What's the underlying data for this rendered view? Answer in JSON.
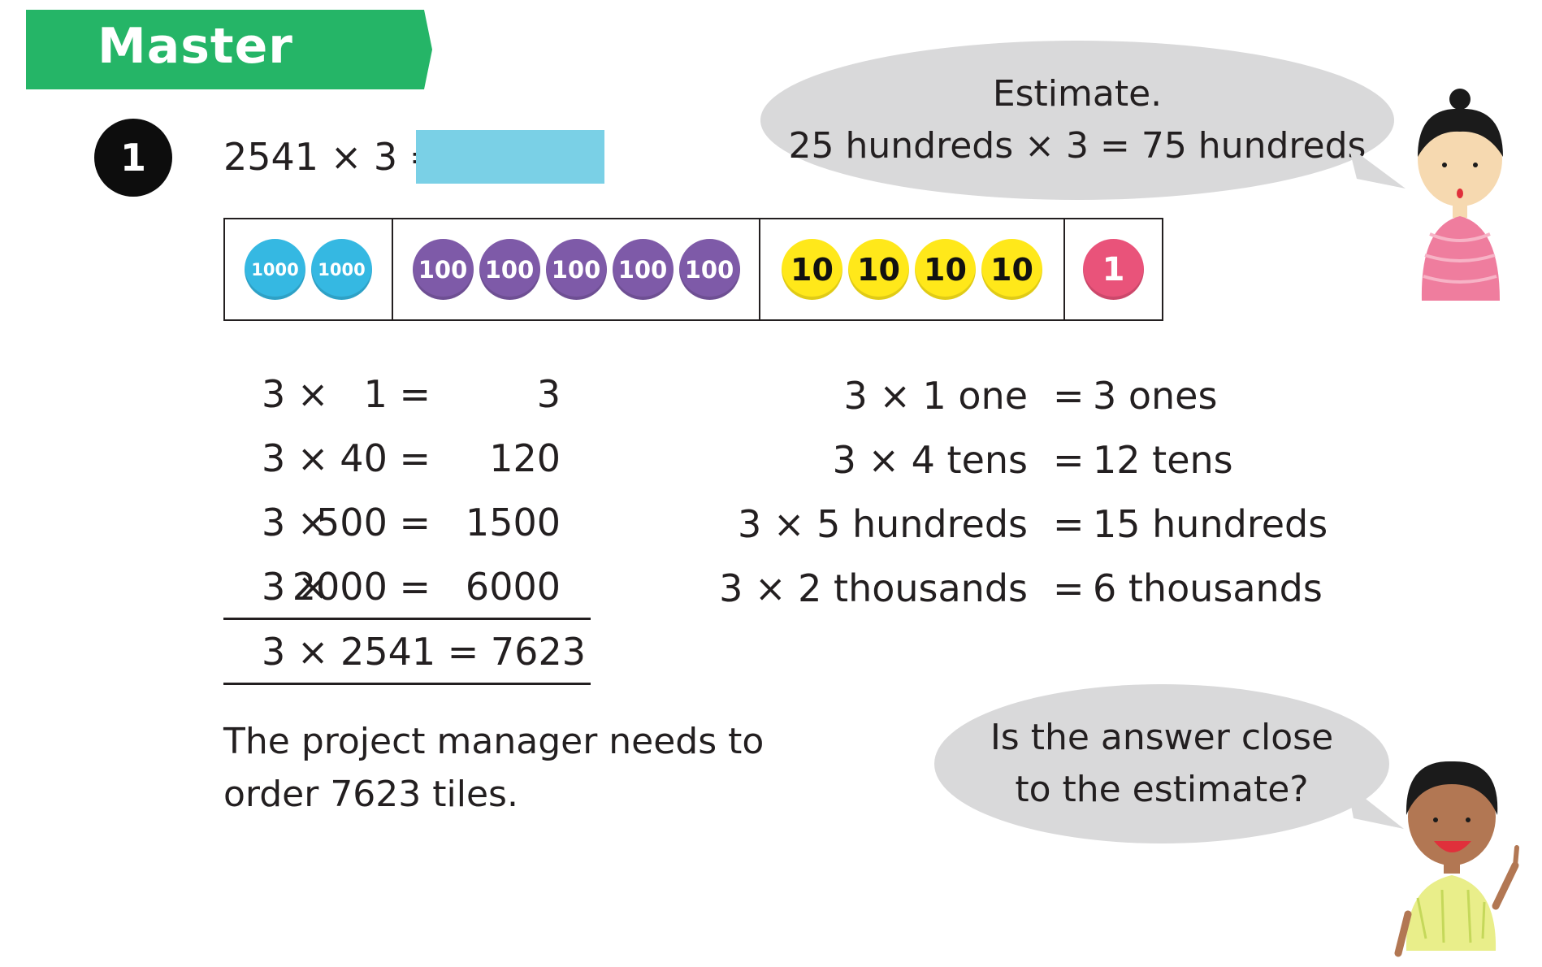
{
  "header": {
    "title": "Master"
  },
  "question": {
    "number": "1",
    "problem": "2541 × 3 ="
  },
  "place_value": {
    "thousands": [
      "1000",
      "1000"
    ],
    "hundreds": [
      "100",
      "100",
      "100",
      "100",
      "100"
    ],
    "tens": [
      "10",
      "10",
      "10",
      "10"
    ],
    "ones": [
      "1"
    ]
  },
  "calculation": {
    "rows": [
      {
        "a": "3 ×",
        "b": "1 =",
        "c": "3"
      },
      {
        "a": "3 ×",
        "b": "40 =",
        "c": "120"
      },
      {
        "a": "3 ×",
        "b": "500 =",
        "c": "1500"
      },
      {
        "a": "3 ×",
        "b": "2000 =",
        "c": "6000"
      }
    ],
    "total": "3 × 2541 = 7623"
  },
  "place_value_equations": [
    {
      "left": "3 × 1 one",
      "eq": "=",
      "right": "3 ones"
    },
    {
      "left": "3 × 4 tens",
      "eq": "=",
      "right": "12 tens"
    },
    {
      "left": "3 × 5 hundreds",
      "eq": "=",
      "right": "15 hundreds"
    },
    {
      "left": "3 × 2 thousands",
      "eq": "=",
      "right": "6 thousands"
    }
  ],
  "sentence": {
    "line1": "The project manager needs to",
    "line2": "order 7623 tiles."
  },
  "speech": {
    "estimate_line1": "Estimate.",
    "estimate_line2": "25 hundreds × 3 = 75 hundreds",
    "question_line1": "Is the answer close",
    "question_line2": "to the estimate?"
  },
  "colors": {
    "banner": "#25b567",
    "answer_box": "#7ad0e6",
    "counter_1000": "#35b8e2",
    "counter_100": "#7e5aa8",
    "counter_10": "#ffe81a",
    "counter_1": "#e9537a",
    "bubble": "#d9d9da"
  }
}
